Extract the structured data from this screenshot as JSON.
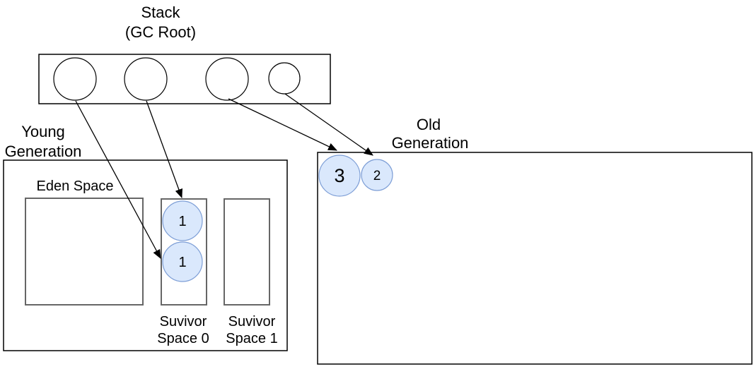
{
  "diagram": {
    "stack": {
      "title": [
        "Stack",
        "(GC Root)"
      ],
      "reference_slots": 4
    },
    "young_generation": {
      "title": [
        "Young",
        "Generation"
      ],
      "eden": {
        "label": "Eden Space"
      },
      "survivor0": {
        "label": [
          "Suvivor",
          "Space 0"
        ]
      },
      "survivor1": {
        "label": [
          "Suvivor",
          "Space 1"
        ]
      },
      "objects": [
        {
          "label": "1",
          "location": "survivor-space-0"
        },
        {
          "label": "1",
          "location": "survivor-space-0"
        }
      ]
    },
    "old_generation": {
      "title": [
        "Old",
        "Generation"
      ],
      "objects": [
        {
          "label": "3"
        },
        {
          "label": "2"
        }
      ]
    },
    "colors": {
      "object_fill": "#dae8fc",
      "object_stroke": "#7d9ed6",
      "inner_box_stroke": "#666666",
      "outer_box_stroke": "#000000",
      "arrow": "#000000"
    }
  }
}
